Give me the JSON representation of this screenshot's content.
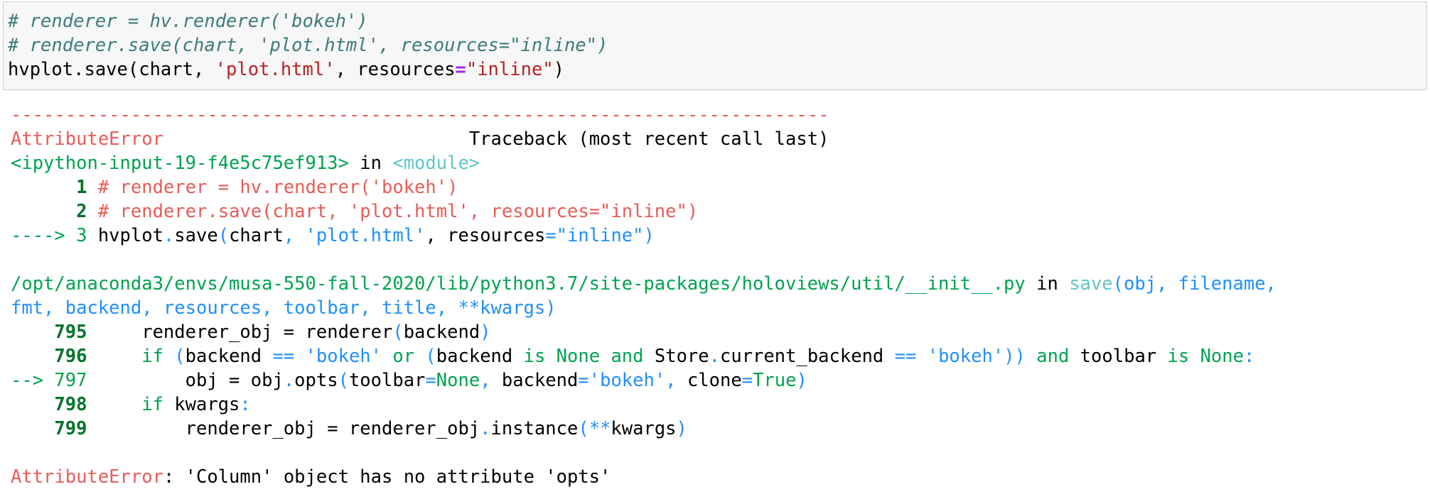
{
  "input_cell": {
    "line1": "# renderer = hv.renderer('bokeh')",
    "line2": "# renderer.save(chart, 'plot.html', resources=\"inline\")",
    "line3": {
      "pre": "hvplot.save(chart, ",
      "str1": "'plot.html'",
      "mid": ", resources",
      "op": "=",
      "str2": "\"inline\"",
      "close": ")"
    }
  },
  "traceback": {
    "separator": "---------------------------------------------------------------------------",
    "error_name": "AttributeError",
    "header_gap": "                            ",
    "header_right": "Traceback (most recent call last)",
    "frame1": {
      "location": "<ipython-input-19-f4e5c75ef913>",
      "in_kw": " in ",
      "scope": "<module>",
      "lines": [
        {
          "prefix": "      ",
          "num": "1",
          "code": " # renderer = hv.renderer('bokeh')"
        },
        {
          "prefix": "      ",
          "num": "2",
          "code": " # renderer.save(chart, 'plot.html', resources=\"inline\")"
        }
      ],
      "current": {
        "arrow": "----> 3",
        "a": " hvplot",
        "dot": ".",
        "b": "save",
        "paren": "(",
        "c": "chart",
        "comma": ",",
        "s1": " 'plot.html'",
        "d": ", resources",
        "eq": "=",
        "s2": "\"inline\"",
        "end": ")"
      }
    },
    "frame2": {
      "path": "/opt/anaconda3/envs/musa-550-fall-2020/lib/python3.7/site-packages/holoviews/util/__init__.py",
      "in_kw": " in ",
      "func": "save",
      "sig1": "(obj, filename,",
      "sig2": "fmt, backend, resources, toolbar, title, **kwargs)",
      "l795": {
        "num": "    795",
        "a": "     renderer_obj = renderer",
        "b": "(",
        "c": "backend",
        "d": ")"
      },
      "l796": {
        "num": "    796",
        "if": "     if",
        "p1": " (",
        "a": "backend",
        "eqeq": " ==",
        "s": " 'bokeh'",
        "or": " or",
        "p2": " (",
        "b": "backend",
        "is1": " is",
        "none1": " None",
        "and1": " and",
        "c": " Store",
        "dot": ".",
        "d": "current_backend",
        "eqeq2": " ==",
        "s2": " 'bokeh'",
        "p3": "))",
        "and2": " and",
        "e": " toolbar",
        "is2": " is",
        "none2": " None",
        "colon": ":"
      },
      "l797": {
        "arrow": "--> 797",
        "a": "         obj = obj",
        "dot": ".",
        "b": "opts",
        "p": "(",
        "c": "toolbar",
        "eq1": "=",
        "none": "None",
        "comma1": ", ",
        "d": "backend",
        "eq2": "=",
        "s": "'bokeh'",
        "comma2": ", ",
        "e": "clone",
        "eq3": "=",
        "tru": "True",
        "end": ")"
      },
      "l798": {
        "num": "    798",
        "if": "     if",
        "a": " kwargs",
        "colon": ":"
      },
      "l799": {
        "num": "    799",
        "a": "         renderer_obj = renderer_obj",
        "dot": ".",
        "b": "instance",
        "p": "(",
        "stars": "**",
        "c": "kwargs",
        "end": ")"
      }
    },
    "final": {
      "error_name": "AttributeError",
      "message": ": 'Column' object has no attribute 'opts'"
    }
  }
}
